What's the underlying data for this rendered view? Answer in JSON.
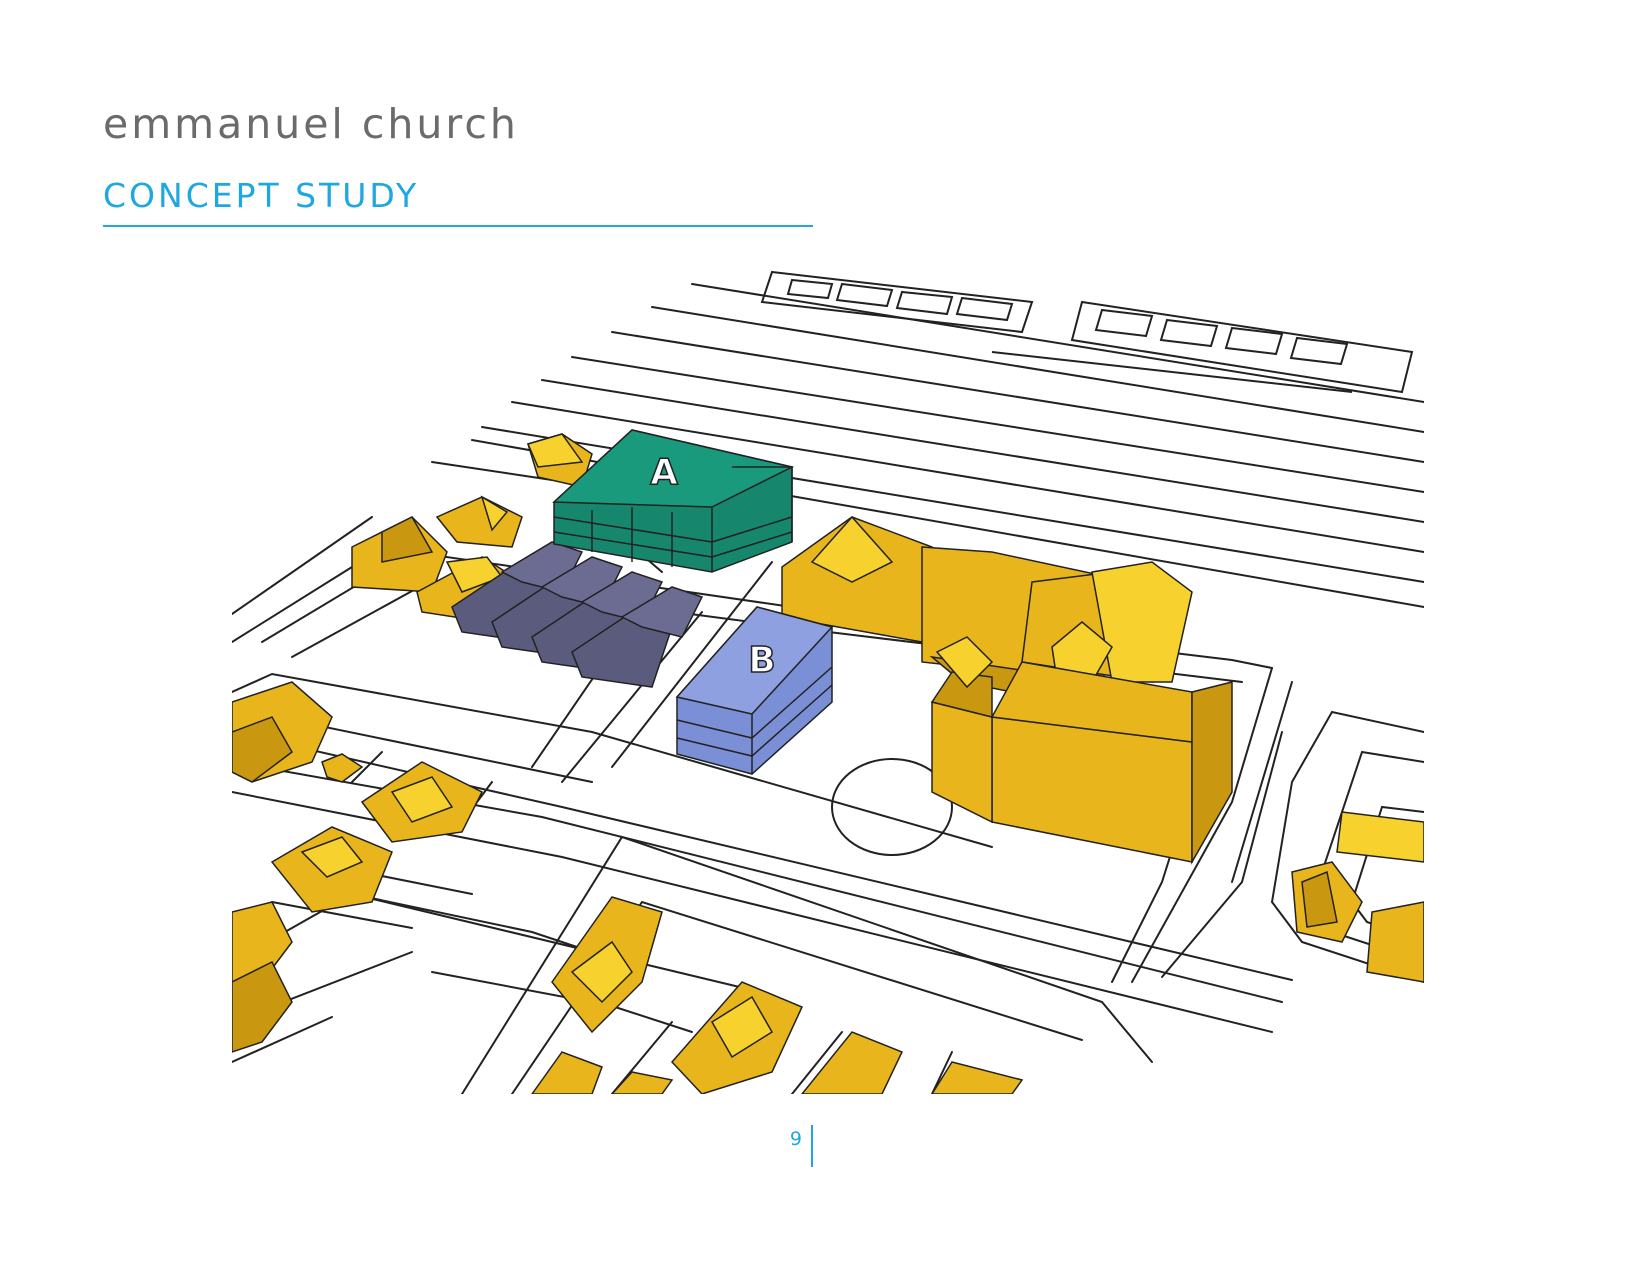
{
  "header": {
    "title": "emmanuel church",
    "subtitle": "CONCEPT STUDY"
  },
  "diagram": {
    "labels": {
      "a": "A",
      "b": "B"
    },
    "colors": {
      "existing": "#e8b61c",
      "building_a": "#16866d",
      "building_b": "#7b8fd6",
      "townhouses": "#5b5b7e",
      "linework": "#222222",
      "accent": "#1ea7e1"
    }
  },
  "footer": {
    "page_number": "9"
  }
}
